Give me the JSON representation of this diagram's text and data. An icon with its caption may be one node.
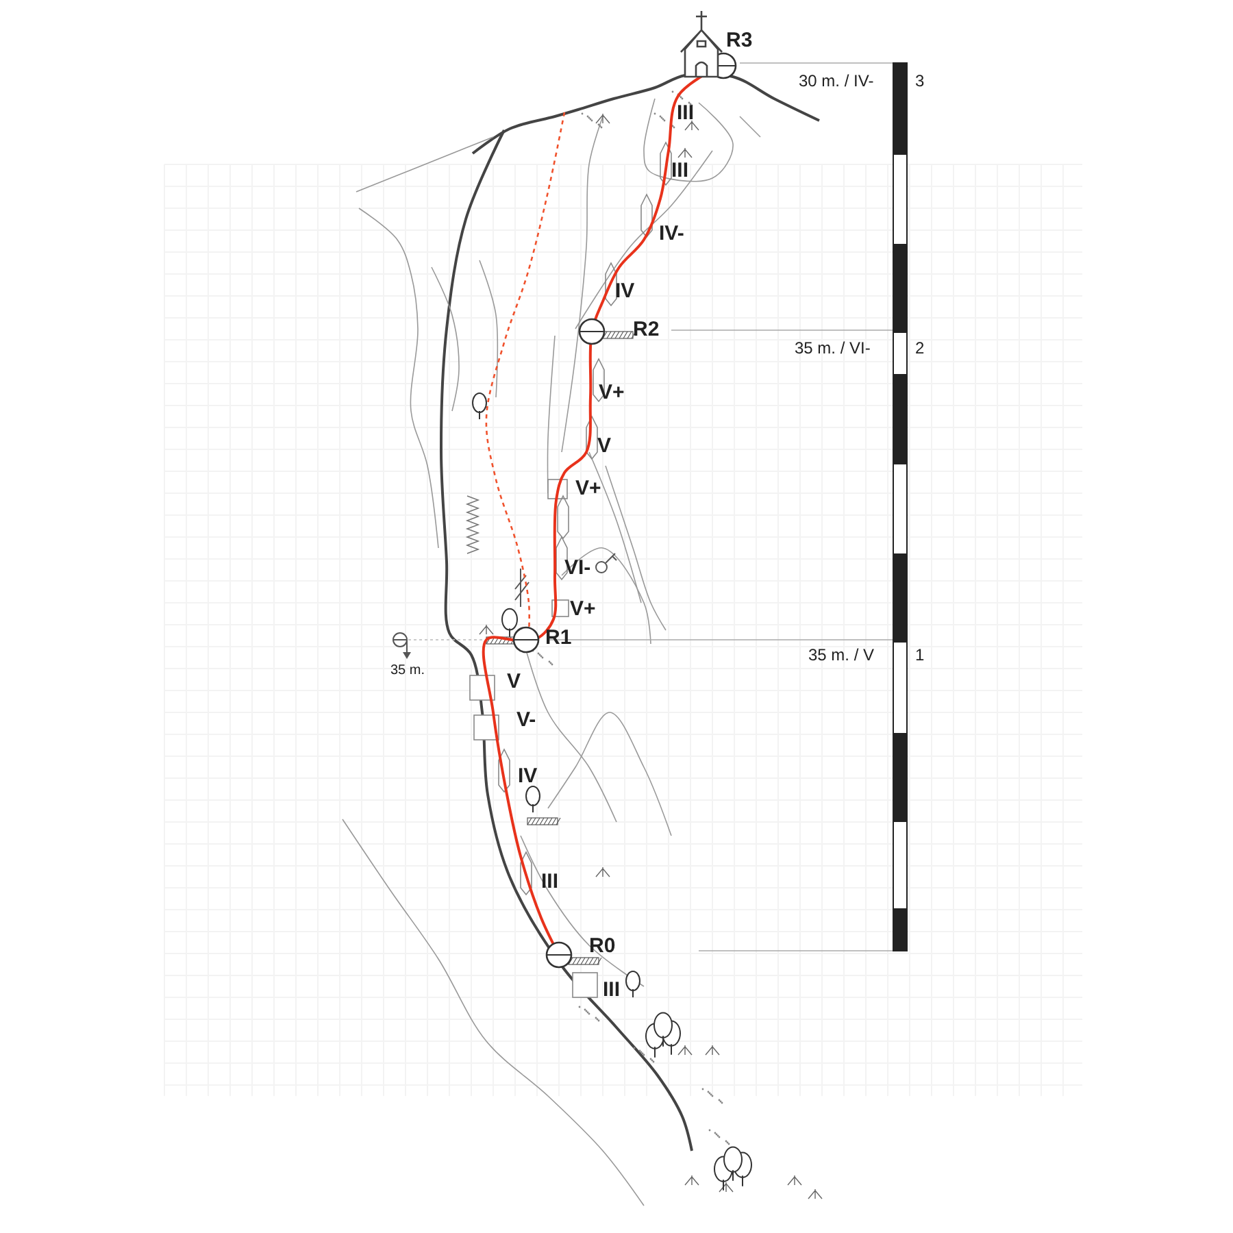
{
  "diagram": {
    "labels": [
      "R3",
      "30 m. / IV-",
      "3",
      "III",
      "III",
      "IV-",
      "IV",
      "R2",
      "35 m. / VI-",
      "2",
      "V+",
      "V",
      "V+",
      "VI-",
      "V+",
      "R1",
      "35 m.",
      "35 m. / V",
      "1",
      "V",
      "V-",
      "IV",
      "III",
      "R0",
      "III"
    ]
  }
}
